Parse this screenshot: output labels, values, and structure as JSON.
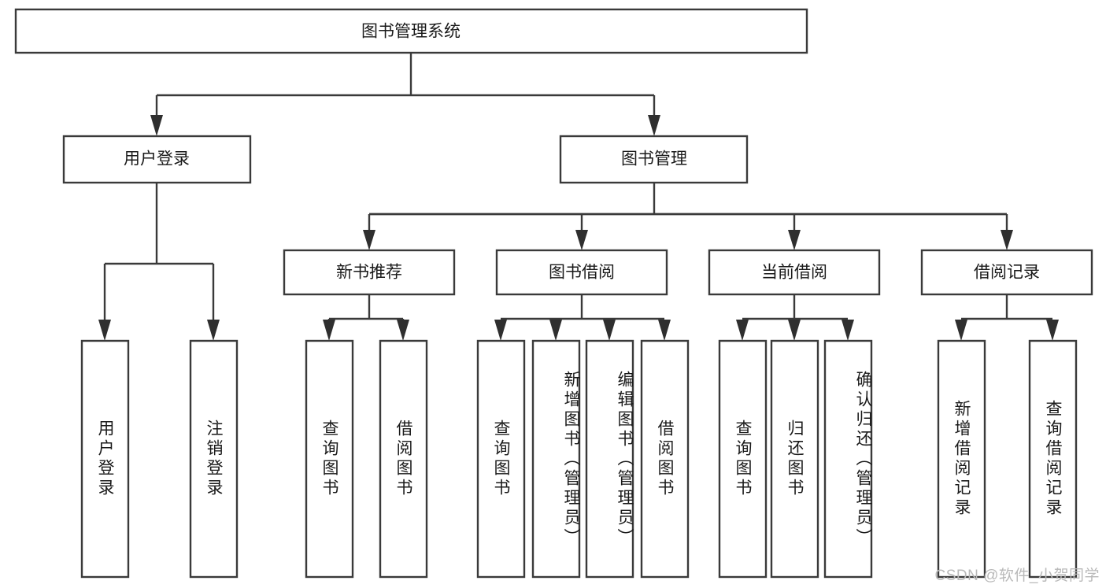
{
  "diagram": {
    "type": "tree-hierarchy",
    "title": "图书管理系统",
    "orientation": "top-down",
    "colors": {
      "box_stroke": "#3a3a3a",
      "box_fill": "#ffffff",
      "connector": "#3a3a3a",
      "text": "#1a1a1a",
      "background": "#ffffff",
      "watermark": "#b9b9b9"
    },
    "root": {
      "label": "图书管理系统"
    },
    "level1": [
      {
        "label": "用户登录"
      },
      {
        "label": "图书管理"
      }
    ],
    "level2": [
      {
        "label": "新书推荐"
      },
      {
        "label": "图书借阅"
      },
      {
        "label": "当前借阅"
      },
      {
        "label": "借阅记录"
      }
    ],
    "leaves": {
      "user_login": [
        {
          "label": "用户登录"
        },
        {
          "label": "注销登录"
        }
      ],
      "new_book_recommend": [
        {
          "label": "查询图书"
        },
        {
          "label": "借阅图书"
        }
      ],
      "book_borrow": [
        {
          "label": "查询图书"
        },
        {
          "label": "新增图书（管理员）"
        },
        {
          "label": "编辑图书（管理员）"
        },
        {
          "label": "借阅图书"
        }
      ],
      "current_borrow": [
        {
          "label": "查询图书"
        },
        {
          "label": "归还图书"
        },
        {
          "label": "确认归还（管理员）"
        }
      ],
      "borrow_record": [
        {
          "label": "新增借阅记录"
        },
        {
          "label": "查询借阅记录"
        }
      ]
    }
  },
  "watermark": {
    "text": "CSDN @软件_小贺同学"
  }
}
